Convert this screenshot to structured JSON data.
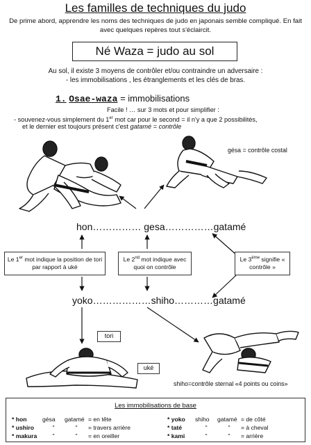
{
  "title": "Les familles de techniques du judo",
  "intro": "De prime abord, apprendre les noms des techniques de judo en japonais semble compliqué. En fait avec quelques repères tout s'éclaircit.",
  "box_title": "Né  Waza   =  judo au sol",
  "para_1": "Au sol,  il existe 3 moyens de contrôler et/ou contraindre un adversaire :",
  "para_2": "- les immobilisations , les étranglements et les clés de bras.",
  "section": {
    "number": "1.",
    "name": "Osae-waza",
    "rest": " = immobilisations"
  },
  "easy_1": "Facile ! … sur 3 mots et pour simplifier :",
  "easy_2a": "- souvenez-vous simplement du 1",
  "easy_2sup": "er",
  "easy_2b": " mot car pour le second = il n'y a que 2 possibilités,",
  "easy_3a": "et  le dernier est toujours présent c'est ",
  "easy_3b": "gatamé = contrôle",
  "fig_label_gesa": "gésa = contrôle costal",
  "row1": "hon…………… gesa……………gatamé",
  "row2": "yoko………………shiho…………gatamé",
  "box1_a": "Le 1",
  "box1_sup": "er",
  "box1_b": " mot indique la position de tori par rapport à uké",
  "box2_a": "Le 2",
  "box2_sup": "nd",
  "box2_b": " mot indique avec quoi on contrôle",
  "box3_a": "Le 3",
  "box3_sup": "ème",
  "box3_b": " signifie « contrôle »",
  "label_tori": "tori",
  "label_uke": "uké",
  "fig_label_shiho": "shiho=contrôle sternal «4 points ou coins»",
  "legend": {
    "title": "Les immobilisations de base",
    "left_rows": [
      {
        "mark": "* hon",
        "c2": "gésa",
        "c3": "gatamé",
        "c4": "= en tête"
      },
      {
        "mark": "* ushiro",
        "c2": "\"",
        "c3": "\"",
        "c4": "= travers arrière"
      },
      {
        "mark": "* makura",
        "c2": "\"",
        "c3": "\"",
        "c4": "= en oreiller"
      }
    ],
    "right_rows": [
      {
        "mark": "* yoko",
        "c2": "shiho",
        "c3": "gatamé",
        "c4": "= de côté"
      },
      {
        "mark": "* taté",
        "c2": "\"",
        "c3": "\"",
        "c4": "= à cheval"
      },
      {
        "mark": "* kami",
        "c2": "\"",
        "c3": "\"",
        "c4": "= arrière"
      }
    ]
  }
}
